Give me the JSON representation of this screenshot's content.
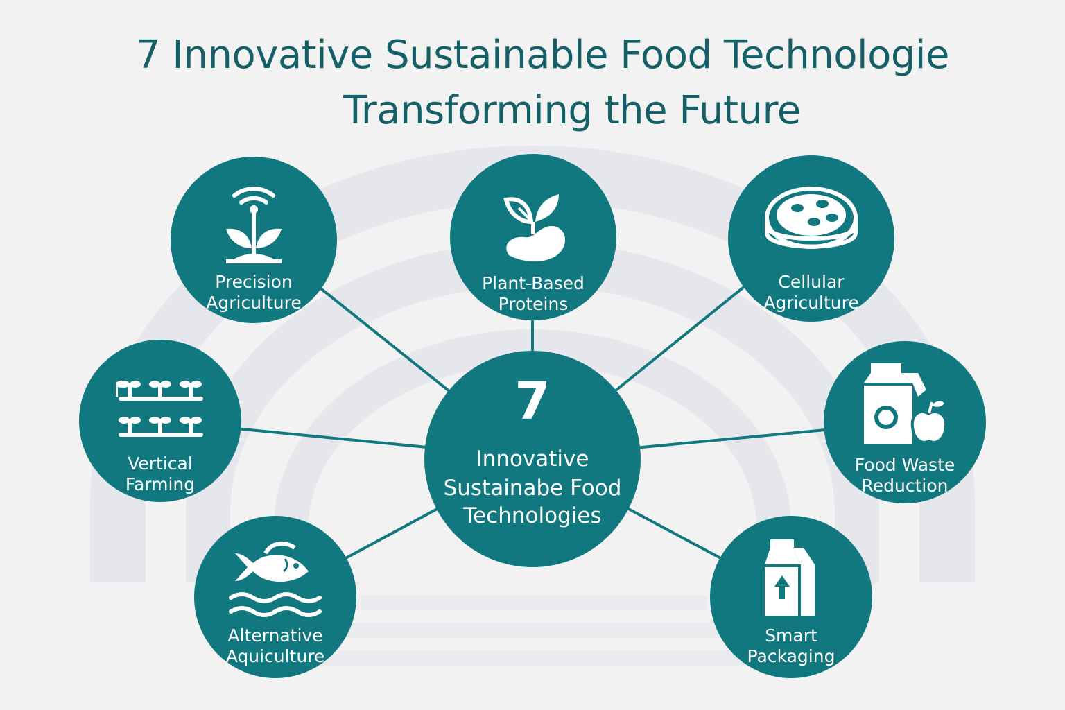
{
  "title": {
    "line1": "7 Innovative Sustainable Food Technologie",
    "line2": "Transforming the Future"
  },
  "center": {
    "number": "7",
    "line1": "Innovative",
    "line2": "Sustainabe Food",
    "line3": "Technologies"
  },
  "nodes": [
    {
      "id": "precision",
      "icon": "sprout-wireless-icon",
      "label_lines": [
        "Precision",
        "Agriculture"
      ]
    },
    {
      "id": "plant",
      "icon": "bean-sprout-icon",
      "label_lines": [
        "Plant-Based",
        "Proteins"
      ]
    },
    {
      "id": "cellular",
      "icon": "petri-dish-icon",
      "label_lines": [
        "Cellular",
        "Agriculture"
      ]
    },
    {
      "id": "vertical",
      "icon": "seedling-rows-icon",
      "label_lines": [
        "Vertical",
        "Farming"
      ]
    },
    {
      "id": "waste",
      "icon": "carton-apple-icon",
      "label_lines": [
        "Food Waste",
        "Reduction"
      ]
    },
    {
      "id": "aqua",
      "icon": "fish-waves-icon",
      "label_lines": [
        "Alternative",
        "Aquiculture"
      ]
    },
    {
      "id": "packaging",
      "icon": "recyclable-carton-icon",
      "label_lines": [
        "Smart",
        "Packaging"
      ]
    }
  ],
  "colors": {
    "teal": "#10787e",
    "title": "#155f66",
    "background": "#f3f2f2",
    "arch": "#e6e7ec"
  }
}
